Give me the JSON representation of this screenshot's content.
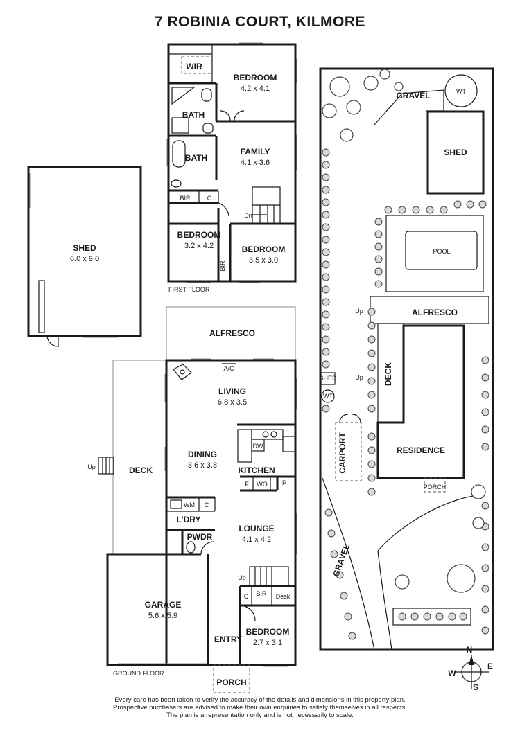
{
  "title": "7 ROBINIA COURT, KILMORE",
  "floors": {
    "first": "FIRST FLOOR",
    "ground": "GROUND FLOOR"
  },
  "first_floor": {
    "wir": "WIR",
    "bedroom1": {
      "name": "BEDROOM",
      "size": "4.2 x 4.1"
    },
    "bath1": "BATH",
    "bath2": "BATH",
    "family": {
      "name": "FAMILY",
      "size": "4.1 x 3.6"
    },
    "bir": "BIR",
    "c": "C",
    "dn": "Dn",
    "bedroom2": {
      "name": "BEDROOM",
      "size": "3.2 x 4.2"
    },
    "bir2": "BIR",
    "bedroom3": {
      "name": "BEDROOM",
      "size": "3.5 x 3.0"
    }
  },
  "shed": {
    "name": "SHED",
    "size": "6.0 x 9.0"
  },
  "ground_floor": {
    "alfresco": "ALFRESCO",
    "ac": "A/C",
    "living": {
      "name": "LIVING",
      "size": "6.8 x 3.5"
    },
    "dining": {
      "name": "DINING",
      "size": "3.6 x 3.8"
    },
    "dw": "DW",
    "kitchen": "KITCHEN",
    "f": "F",
    "wo": "WO",
    "p": "P",
    "deck": "DECK",
    "up1": "Up",
    "wm": "WM",
    "c1": "C",
    "laundry": "L'DRY",
    "pwdr": "PWDR",
    "lounge": {
      "name": "LOUNGE",
      "size": "4.1 x 4.2"
    },
    "up2": "Up",
    "c2": "C",
    "bir": "BIR",
    "desk": "Desk",
    "garage": {
      "name": "GARAGE",
      "size": "5.6 x 5.9"
    },
    "entry": "ENTRY",
    "bedroom": {
      "name": "BEDROOM",
      "size": "2.7 x 3.1"
    },
    "porch": "PORCH"
  },
  "site": {
    "gravel_top": "GRAVEL",
    "wt_top": "WT",
    "shed": "SHED",
    "pool": "POOL",
    "up1": "Up",
    "alfresco": "ALFRESCO",
    "shed_small": "SHED",
    "up2": "Up",
    "deck": "DECK",
    "wt_small": "WT",
    "carport": "CARPORT",
    "residence": "RESIDENCE",
    "porch": "PORCH",
    "gravel_side": "GRAVEL"
  },
  "compass": {
    "n": "N",
    "e": "E",
    "s": "S",
    "w": "W"
  },
  "disclaimer": [
    "Every care has been taken to verify the accuracy of the details and dimensions in this property plan.",
    "Prospective purchasers are advised to make their own enquiries to satisfy themselves in all respects.",
    "The plan is a representation only and is not necessarily to scale."
  ]
}
